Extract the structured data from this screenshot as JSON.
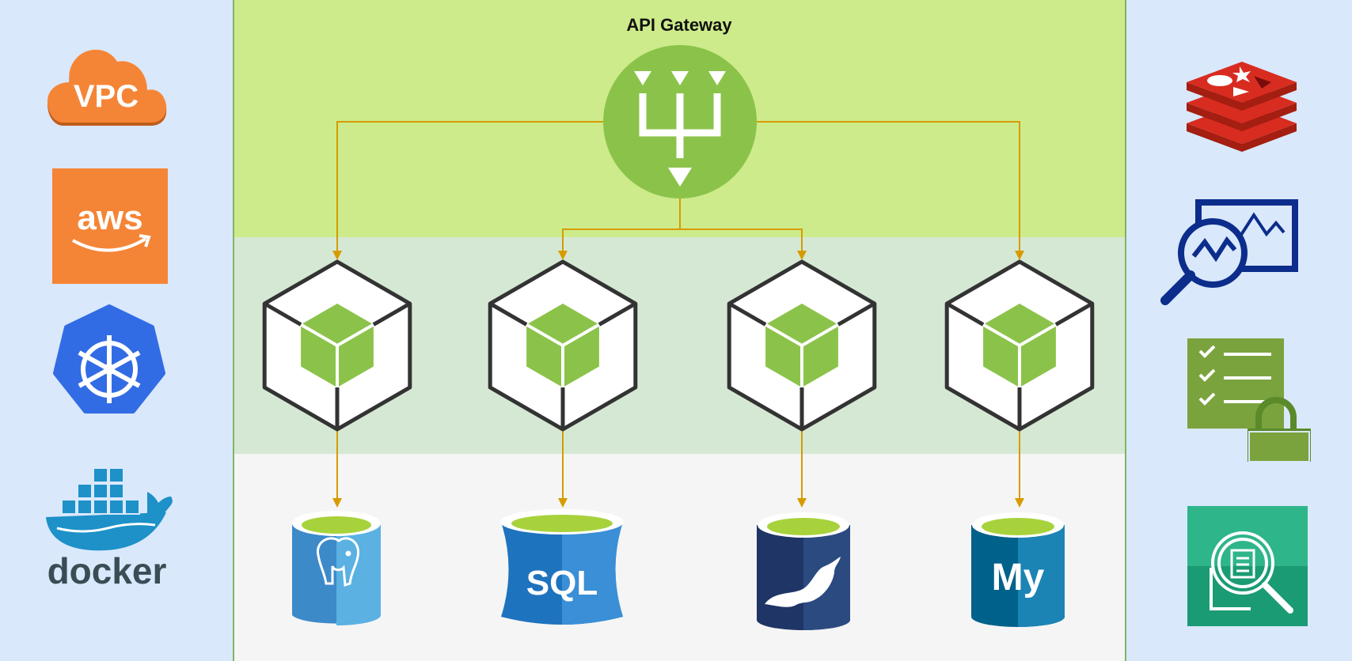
{
  "diagram": {
    "gateway": {
      "title": "API Gateway",
      "icon": "api-gateway-icon"
    },
    "left_panel": {
      "logos": [
        {
          "name": "vpc-cloud-logo",
          "text": "VPC"
        },
        {
          "name": "aws-logo",
          "text": "aws"
        },
        {
          "name": "kubernetes-logo",
          "text": ""
        },
        {
          "name": "docker-logo",
          "text": "docker"
        }
      ]
    },
    "services": [
      {
        "name": "service-1",
        "icon": "microservice-cube-icon"
      },
      {
        "name": "service-2",
        "icon": "microservice-cube-icon"
      },
      {
        "name": "service-3",
        "icon": "microservice-cube-icon"
      },
      {
        "name": "service-4",
        "icon": "microservice-cube-icon"
      }
    ],
    "databases": [
      {
        "name": "postgresql-db",
        "text": ""
      },
      {
        "name": "sql-server-db",
        "text": "SQL"
      },
      {
        "name": "mariadb-db",
        "text": ""
      },
      {
        "name": "mysql-db",
        "text": "My"
      }
    ],
    "right_panel": {
      "logos": [
        {
          "name": "redis-icon"
        },
        {
          "name": "monitoring-icon"
        },
        {
          "name": "secure-checklist-icon"
        },
        {
          "name": "search-document-icon"
        }
      ]
    },
    "colors": {
      "side_panel": "#dae8fc",
      "gateway_band": "#cdeb8b",
      "service_band": "#d5e8d4",
      "db_band": "#f5f5f5",
      "arrow": "#d79b00",
      "green": "#8bc34a"
    }
  }
}
